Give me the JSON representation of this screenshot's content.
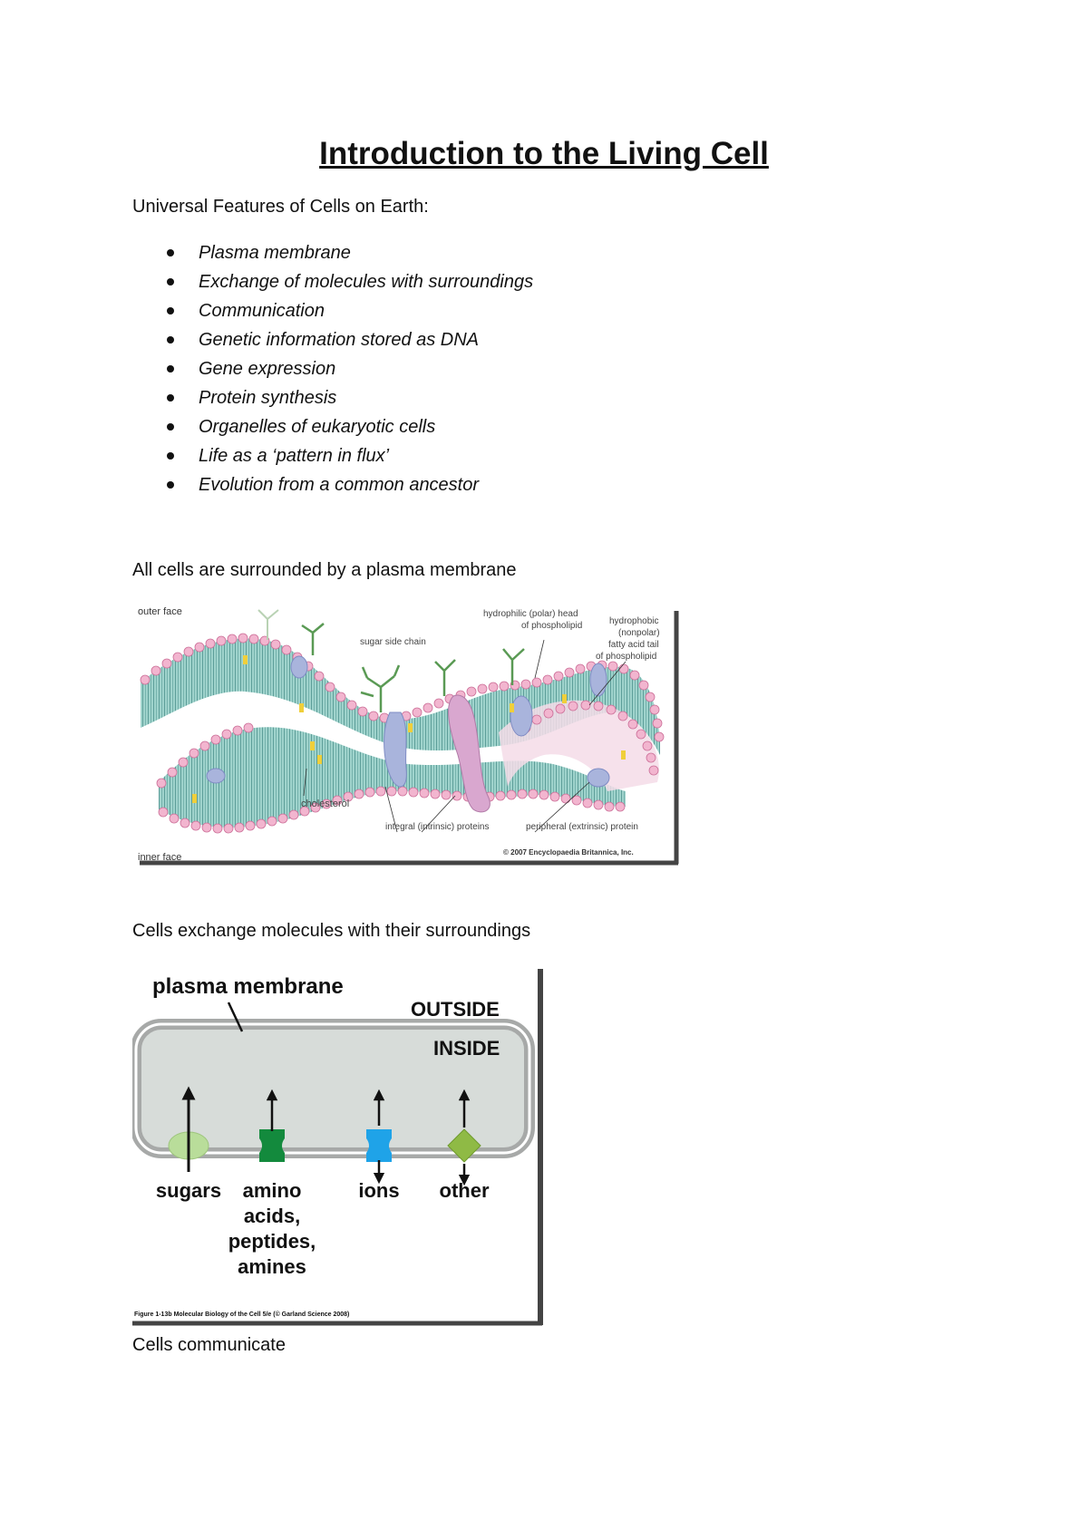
{
  "document": {
    "title": "Introduction to the Living Cell",
    "features_heading": "Universal Features of Cells on Earth:",
    "features": [
      "Plasma membrane",
      "Exchange of molecules with surroundings",
      "Communication",
      "Genetic information stored as DNA",
      "Gene expression",
      "Protein synthesis",
      "Organelles of eukaryotic cells",
      "Life as a ‘pattern in flux’",
      "Evolution from a common ancestor"
    ],
    "section1_heading": "All cells are surrounded by a plasma membrane",
    "section2_heading": "Cells exchange molecules with their surroundings",
    "section3_heading": "Cells communicate"
  },
  "figure1": {
    "labels": {
      "outer_face": "outer face",
      "inner_face": "inner face",
      "sugar_side_chain": "sugar side chain",
      "hydrophilic_head": "hydrophilic (polar) head",
      "of_phospholipid": "of phospholipid",
      "hydrophobic": "hydrophobic",
      "nonpolar": "(nonpolar)",
      "fatty_acid_tail": "fatty acid tail",
      "of_phospholipid2": "of phospholipid",
      "cholesterol": "cholesterol",
      "integral_proteins": "integral (intrinsic) proteins",
      "peripheral_protein": "peripheral (extrinsic) protein",
      "copyright": "© 2007 Encyclopaedia Britannica, Inc."
    }
  },
  "figure2": {
    "labels": {
      "plasma_membrane": "plasma membrane",
      "outside": "OUTSIDE",
      "inside": "INSIDE",
      "sugars": "sugars",
      "amino_line1": "amino",
      "amino_line2": "acids,",
      "amino_line3": "peptides,",
      "amino_line4": "amines",
      "ions": "ions",
      "other": "other",
      "caption": "Figure 1-13b Molecular Biology of the Cell 5/e (© Garland Science 2008)"
    },
    "colors": {
      "sugars": "#b9dd9a",
      "amino": "#138a3d",
      "ions": "#1fa3e8",
      "other": "#8fba45"
    }
  }
}
